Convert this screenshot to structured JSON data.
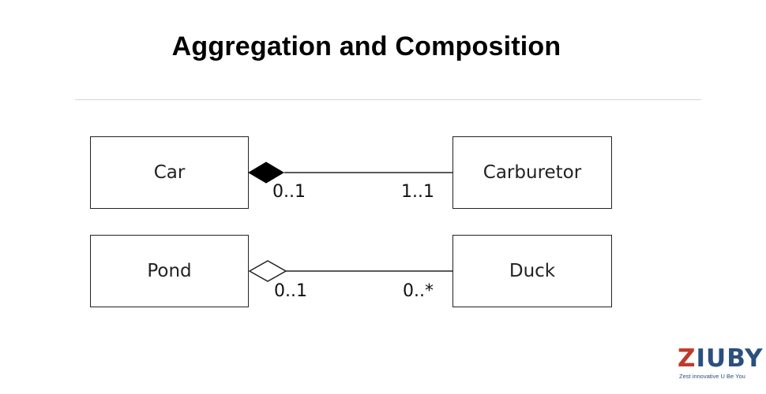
{
  "title": "Aggregation and Composition",
  "relations": [
    {
      "kind": "composition",
      "whole": "Car",
      "part": "Carburetor",
      "whole_multiplicity": "0..1",
      "part_multiplicity": "1..1"
    },
    {
      "kind": "aggregation",
      "whole": "Pond",
      "part": "Duck",
      "whole_multiplicity": "0..1",
      "part_multiplicity": "0..*"
    }
  ],
  "logo": {
    "wordmark_a": "Z",
    "wordmark_b": "IUBY",
    "tagline": "Zest innovative U Be You"
  }
}
